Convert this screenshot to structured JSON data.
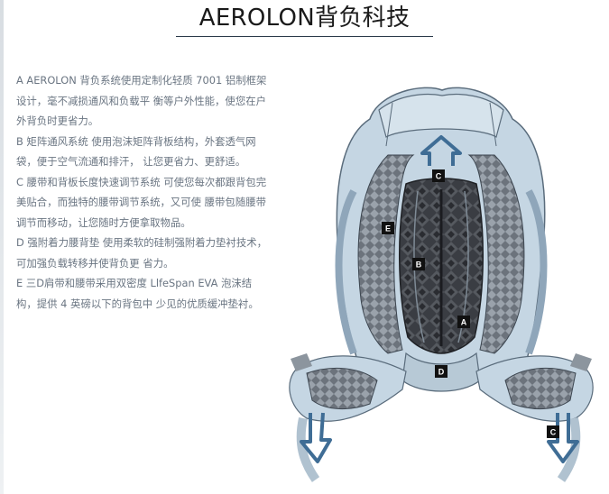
{
  "header": {
    "title": "AEROLON背负科技"
  },
  "features": [
    {
      "text": "A AEROLON 背负系统使用定制化轻质 7001 铝制框架设计，毫不减损通风和负载平 衡等户外性能，使您在户外背负时更省力。"
    },
    {
      "text": "B 矩阵通风系统 使用泡沫矩阵背板结构，外套透气网袋，便于空气流通和排汗， 让您更省力、更舒适。"
    },
    {
      "text": "C 腰带和背板长度快速调节系统 可使您每次都跟背包完美贴合，而独特的腰带调节系统，又可使 腰带包随腰带调节而移动，让您随时方便拿取物品。"
    },
    {
      "text": "D 强附着力腰背垫 使用柔软的硅制强附着力垫衬技术，可加强负载转移并使背负更 省力。"
    },
    {
      "text": "E 三D肩带和腰带采用双密度 LlfeSpan EVA 泡沫结构，提供 4 英磅以下的背包中 少见的优质缓冲垫衬。"
    }
  ],
  "figure": {
    "markers": [
      "C",
      "E",
      "B",
      "A",
      "D",
      "C"
    ],
    "colors": {
      "shell": "#c5d6e3",
      "shell_dark": "#8fa6ba",
      "mesh": "#2f3136",
      "arrow": "#3f6d95",
      "frame": "#5a6c7c"
    }
  }
}
